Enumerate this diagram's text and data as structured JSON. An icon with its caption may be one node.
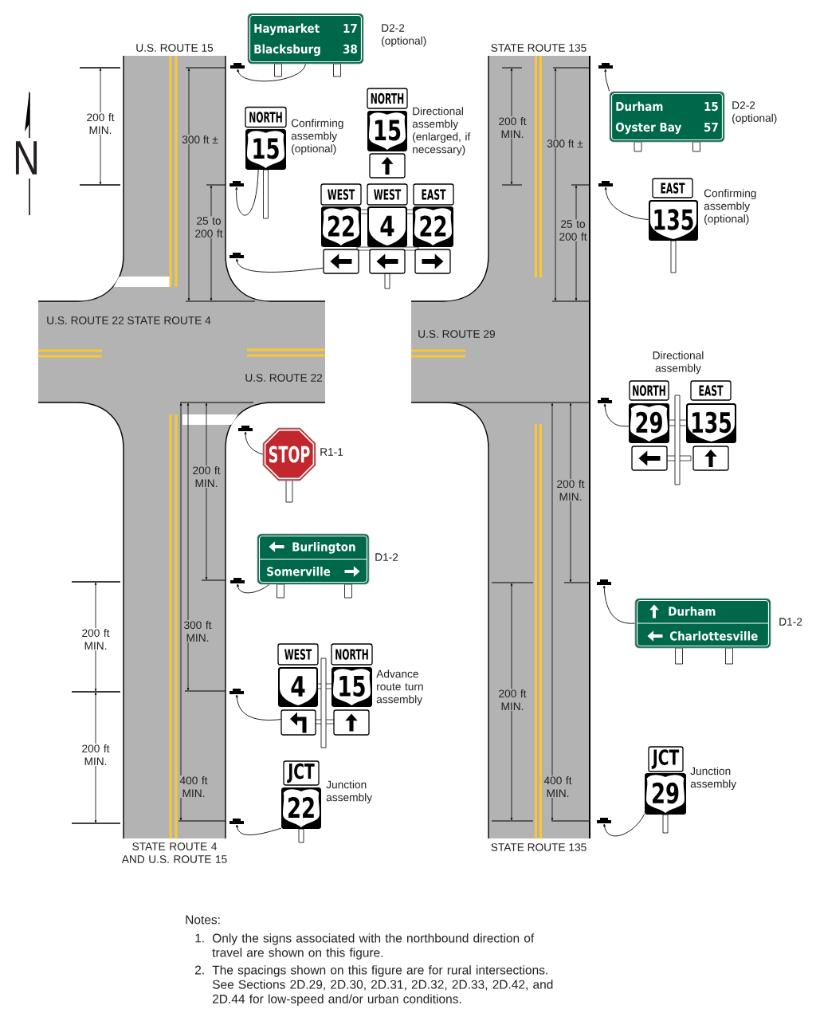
{
  "diagram": {
    "nodes": [
      {
        "text": [
          "Haymarket",
          "17",
          "Blacksburg",
          "38"
        ],
        "beside": [
          "D2-2 (optional)"
        ]
      },
      {
        "text": [],
        "shape": "bar"
      },
      {
        "text": [
          "NORTH"
        ]
      },
      {
        "text": [
          "15"
        ]
      },
      {
        "text": [],
        "shape": "bar"
      },
      {
        "text": [
          "NORTH"
        ]
      },
      {
        "text": [
          "15"
        ]
      },
      {
        "text": [],
        "shape": "box"
      },
      {
        "text": [
          "WEST"
        ]
      },
      {
        "text": [
          "22"
        ]
      },
      {
        "text": [],
        "shape": "box"
      },
      {
        "text": [
          "WEST"
        ]
      },
      {
        "text": [
          "4"
        ]
      },
      {
        "text": [],
        "shape": "box"
      },
      {
        "text": [
          "EAST"
        ]
      },
      {
        "text": [
          "22"
        ]
      },
      {
        "text": [],
        "shape": "box"
      },
      {
        "text": [],
        "shape": "bar"
      },
      {
        "text": [
          "Durham",
          "15",
          "Oyster Bay",
          "57"
        ],
        "beside": [
          "D2-2 (optional)"
        ]
      },
      {
        "text": [],
        "shape": "bar"
      },
      {
        "text": [
          "EAST"
        ]
      },
      {
        "text": [
          "135"
        ]
      },
      {
        "text": [],
        "shape": "bar"
      },
      {
        "text": [
          "NORTH"
        ]
      },
      {
        "text": [
          "29"
        ]
      },
      {
        "text": [],
        "shape": "box"
      },
      {
        "text": [
          "EAST"
        ]
      },
      {
        "text": [
          "135"
        ]
      },
      {
        "text": [],
        "shape": "box"
      },
      {
        "text": [],
        "shape": "bar"
      },
      {
        "text": [
          "STOP"
        ],
        "beside": [
          "R1-1"
        ]
      },
      {
        "text": [],
        "shape": "bar"
      },
      {
        "text": [
          "Burlington",
          "Somerville"
        ],
        "beside": [
          "D1-2"
        ]
      },
      {
        "text": [],
        "shape": "bar"
      },
      {
        "text": [
          "Durham",
          "Charlottesville"
        ],
        "beside": [
          "D1-2"
        ]
      },
      {
        "text": [],
        "shape": "bar"
      },
      {
        "text": [
          "WEST"
        ]
      },
      {
        "text": [
          "4"
        ]
      },
      {
        "text": [],
        "shape": "box"
      },
      {
        "text": [
          "NORTH"
        ]
      },
      {
        "text": [
          "15"
        ]
      },
      {
        "text": [],
        "shape": "box"
      },
      {
        "text": [],
        "shape": "bar"
      },
      {
        "text": [
          "JCT"
        ]
      },
      {
        "text": [
          "29"
        ]
      },
      {
        "text": [],
        "shape": "bar"
      },
      {
        "text": [
          "JCT"
        ]
      },
      {
        "text": [
          "22"
        ]
      },
      {
        "text": [],
        "shape": "bar"
      }
    ],
    "edges": [
      {
        "from": 0,
        "to": 1,
        "arrow": "to"
      },
      {
        "from": 3,
        "to": 4,
        "arrow": "to"
      },
      {
        "from": 10,
        "to": 17,
        "arrow": "to"
      },
      {
        "from": 18,
        "to": 19,
        "arrow": "to"
      },
      {
        "from": 21,
        "to": 22,
        "arrow": "to"
      },
      {
        "from": 24,
        "to": 29,
        "arrow": "to"
      },
      {
        "from": 30,
        "to": 31,
        "arrow": "to"
      },
      {
        "from": 32,
        "to": 33,
        "arrow": "to"
      },
      {
        "from": 34,
        "to": 35,
        "arrow": "to"
      },
      {
        "from": 38,
        "to": 42,
        "arrow": "to"
      },
      {
        "from": 44,
        "to": 45,
        "arrow": "to"
      },
      {
        "from": 47,
        "to": 48,
        "arrow": "to"
      }
    ],
    "labels": [
      "U.S. ROUTE 15",
      "STATE ROUTE 135",
      "200 ft MIN.",
      "300 ft ±",
      "Confirming assembly (optional)",
      "Directional assembly (enlarged, if necessary)",
      "200 ft MIN.",
      "300 ft ±",
      "N",
      "25 to 200 ft",
      "Confirming assembly (optional)",
      "25 to 200 ft",
      "U.S. ROUTE 22 STATE ROUTE 4",
      "U.S. ROUTE 29",
      "U.S. ROUTE 22",
      "Directional assembly",
      "200 ft MIN.",
      "200 ft MIN.",
      "300 ft MIN.",
      "200 ft MIN.",
      "Advance route turn assembly",
      "200 ft MIN.",
      "200 ft MIN.",
      "Junction assembly",
      "Junction assembly",
      "400 ft MIN.",
      "400 ft MIN.",
      "STATE ROUTE 4 AND U.S. ROUTE 15",
      "STATE ROUTE 135",
      "Notes:",
      "1.",
      "Only the signs associated with the northbound direction of travel are shown on this figure.",
      "2.",
      "The spacings shown on this figure are for rural intersections. See Sections 2D.29, 2D.30, 2D.31, 2D.32, 2D.33, 2D.42, and 2D.44 for low-speed and/or urban conditions."
    ]
  }
}
